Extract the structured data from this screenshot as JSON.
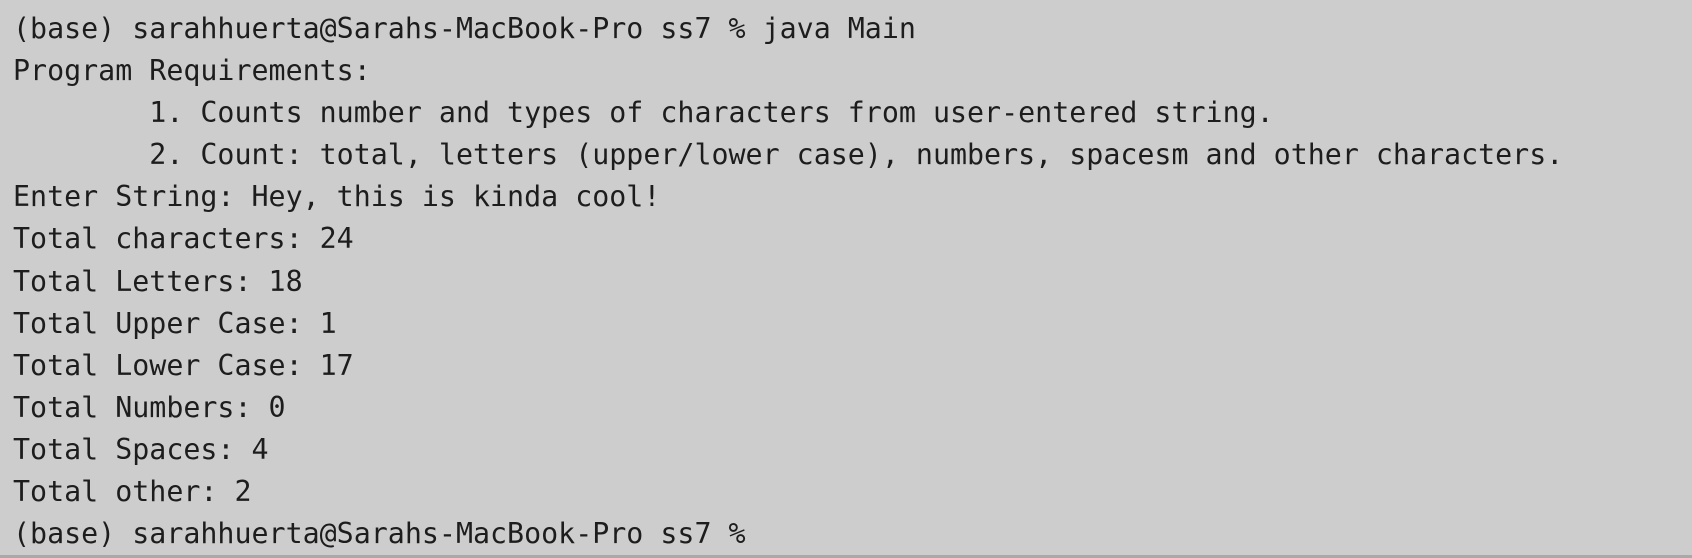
{
  "terminal": {
    "lines": [
      "(base) sarahhuerta@Sarahs-MacBook-Pro ss7 % java Main",
      "Program Requirements:",
      "        1. Counts number and types of characters from user-entered string.",
      "        2. Count: total, letters (upper/lower case), numbers, spacesm and other characters.",
      "Enter String: Hey, this is kinda cool!",
      "Total characters: 24",
      "Total Letters: 18",
      "Total Upper Case: 1",
      "Total Lower Case: 17",
      "Total Numbers: 0",
      "Total Spaces: 4",
      "Total other: 2",
      "(base) sarahhuerta@Sarahs-MacBook-Pro ss7 %"
    ]
  },
  "colors": {
    "background": "#cdcdcd",
    "text": "#1d1d1d",
    "divider": "#a9a9a9"
  }
}
